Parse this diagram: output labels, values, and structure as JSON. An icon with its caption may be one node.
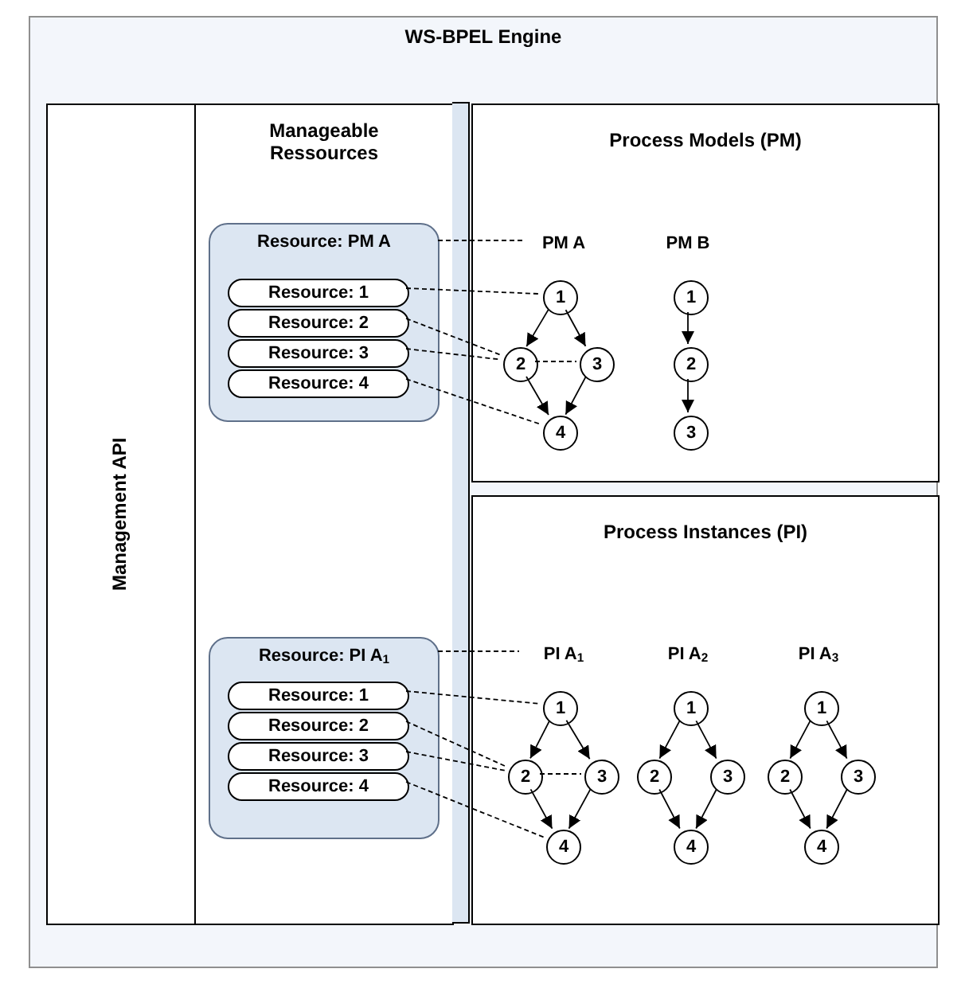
{
  "diagram": {
    "nodes": [
      {
        "text": [
          "WS-BPEL Engine"
        ]
      },
      {
        "text": [
          "Management API"
        ],
        "in": 0
      },
      {
        "text": [
          "Manageable Ressources"
        ],
        "in": 0
      },
      {
        "text": [
          "Process Models (PM)"
        ],
        "in": 0
      },
      {
        "text": [
          "Process Instances (PI)"
        ],
        "in": 0
      },
      {
        "text": [
          "Resource: PM A"
        ],
        "in": 2
      },
      {
        "text": [
          "Resource: 1"
        ],
        "in": 5
      },
      {
        "text": [
          "Resource: 2"
        ],
        "in": 5
      },
      {
        "text": [
          "Resource: 3"
        ],
        "in": 5
      },
      {
        "text": [
          "Resource: 4"
        ],
        "in": 5
      },
      {
        "text": [
          "PM A"
        ],
        "in": 3
      },
      {
        "text": [
          "1"
        ],
        "in": 3
      },
      {
        "text": [
          "2"
        ],
        "in": 3
      },
      {
        "text": [
          "3"
        ],
        "in": 3
      },
      {
        "text": [
          "4"
        ],
        "in": 3
      },
      {
        "text": [
          "1"
        ],
        "in": 3
      },
      {
        "text": [
          "2"
        ],
        "in": 3
      },
      {
        "text": [
          "3"
        ],
        "in": 3
      },
      {
        "text": [
          "Resource: PI A$_{1}$"
        ],
        "in": 2
      },
      {
        "text": [
          "Resource: 1"
        ],
        "in": 18
      },
      {
        "text": [
          "Resource: 2"
        ],
        "in": 18
      },
      {
        "text": [
          "Resource: 3"
        ],
        "in": 18
      },
      {
        "text": [
          "Resource: 4"
        ],
        "in": 18
      },
      {
        "text": [
          "PI A$_{1}$"
        ],
        "in": 4
      },
      {
        "text": [
          "1"
        ],
        "in": 4
      },
      {
        "text": [
          "2"
        ],
        "in": 4
      },
      {
        "text": [
          "3"
        ],
        "in": 4
      },
      {
        "text": [
          "4"
        ],
        "in": 4
      },
      {
        "text": [
          "1"
        ],
        "in": 4
      },
      {
        "text": [
          "2"
        ],
        "in": 4
      },
      {
        "text": [
          "3"
        ],
        "in": 4
      },
      {
        "text": [
          "4"
        ],
        "in": 4
      },
      {
        "text": [
          "1"
        ],
        "in": 4
      },
      {
        "text": [
          "2"
        ],
        "in": 4
      },
      {
        "text": [
          "3"
        ],
        "in": 4
      },
      {
        "text": [
          "4"
        ],
        "in": 4
      }
    ],
    "edges": [
      {
        "from": 11,
        "to": 12,
        "arrow": "to"
      },
      {
        "from": 11,
        "to": 13,
        "arrow": "to"
      },
      {
        "from": 12,
        "to": 14,
        "arrow": "to"
      },
      {
        "from": 13,
        "to": 14,
        "arrow": "to"
      },
      {
        "from": 15,
        "to": 16,
        "arrow": "to"
      },
      {
        "from": 16,
        "to": 17,
        "arrow": "to"
      },
      {
        "from": 5,
        "to": 10,
        "arrow": "none",
        "style": "dashed"
      },
      {
        "from": 6,
        "to": 11,
        "arrow": "none",
        "style": "dashed"
      },
      {
        "from": 7,
        "to": 12,
        "arrow": "none",
        "style": "dashed"
      },
      {
        "from": 8,
        "to": 12,
        "arrow": "none",
        "style": "dashed"
      },
      {
        "from": 9,
        "to": 14,
        "arrow": "none",
        "style": "dashed"
      },
      {
        "from": 12,
        "to": 13,
        "arrow": "none",
        "style": "dashed"
      },
      {
        "from": 24,
        "to": 25,
        "arrow": "to"
      },
      {
        "from": 24,
        "to": 26,
        "arrow": "to"
      },
      {
        "from": 25,
        "to": 27,
        "arrow": "to"
      },
      {
        "from": 26,
        "to": 27,
        "arrow": "to"
      },
      {
        "from": 28,
        "to": 29,
        "arrow": "to"
      },
      {
        "from": 28,
        "to": 30,
        "arrow": "to"
      },
      {
        "from": 29,
        "to": 31,
        "arrow": "to"
      },
      {
        "from": 30,
        "to": 31,
        "arrow": "to"
      },
      {
        "from": 32,
        "to": 33,
        "arrow": "to"
      },
      {
        "from": 32,
        "to": 34,
        "arrow": "to"
      },
      {
        "from": 33,
        "to": 35,
        "arrow": "to"
      },
      {
        "from": 34,
        "to": 35,
        "arrow": "to"
      },
      {
        "from": 18,
        "to": 23,
        "arrow": "none",
        "style": "dashed"
      },
      {
        "from": 19,
        "to": 24,
        "arrow": "none",
        "style": "dashed"
      },
      {
        "from": 20,
        "to": 25,
        "arrow": "none",
        "style": "dashed"
      },
      {
        "from": 21,
        "to": 25,
        "arrow": "none",
        "style": "dashed"
      },
      {
        "from": 22,
        "to": 27,
        "arrow": "none",
        "style": "dashed"
      },
      {
        "from": 25,
        "to": 26,
        "arrow": "none",
        "style": "dashed"
      }
    ],
    "labels": [
      "PM B",
      "PI A$_{2}$",
      "PI A$_{3}$"
    ]
  }
}
